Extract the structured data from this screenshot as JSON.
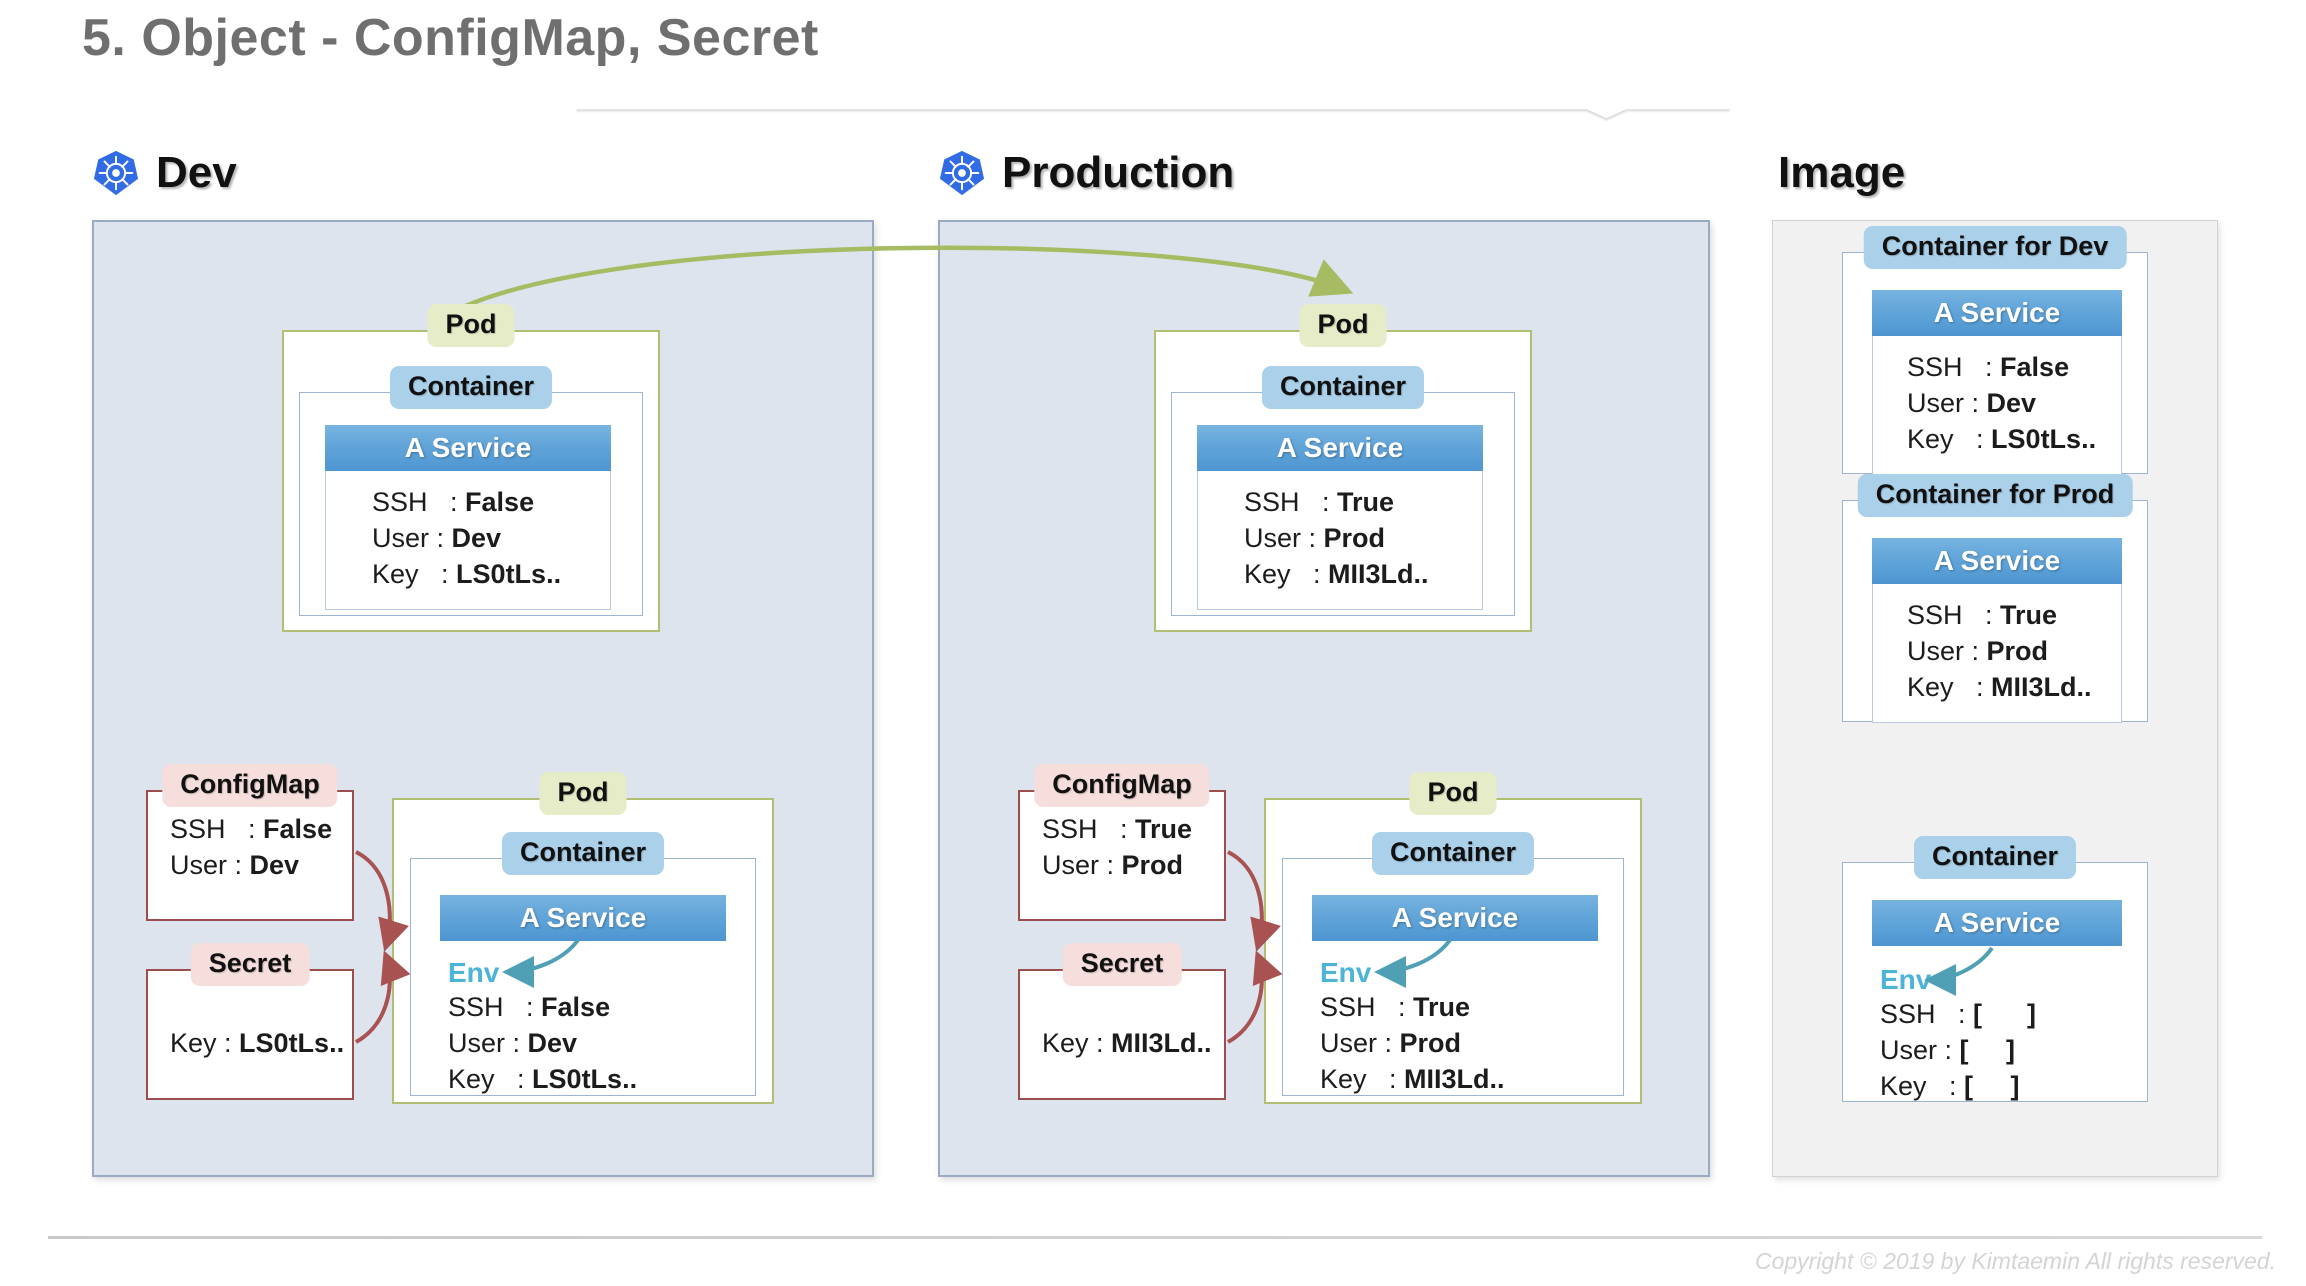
{
  "slide": {
    "title": "5. Object - ConfigMap, Secret",
    "copyright": "Copyright © 2019 by Kimtaemin All rights reserved."
  },
  "columns": {
    "dev": {
      "label": "Dev",
      "icon": "kubernetes-logo-icon"
    },
    "production": {
      "label": "Production",
      "icon": "kubernetes-logo-icon"
    },
    "image": {
      "label": "Image"
    }
  },
  "labels": {
    "pod": "Pod",
    "container": "Container",
    "configmap": "ConfigMap",
    "secret": "Secret",
    "service": "A Service",
    "env": "Env",
    "container_for_dev": "Container for Dev",
    "container_for_prod": "Container for Prod"
  },
  "keys": {
    "ssh": "SSH   :",
    "user": "User :",
    "key": "Key   :",
    "key_short": "Key :"
  },
  "dev": {
    "top_pod": {
      "service": {
        "ssh": "False",
        "user": "Dev",
        "key": "LS0tLs.."
      }
    },
    "configmap": {
      "ssh": "False",
      "user": "Dev"
    },
    "secret": {
      "key": "LS0tLs.."
    },
    "bottom_pod": {
      "service": {
        "ssh": "False",
        "user": "Dev",
        "key": "LS0tLs.."
      }
    }
  },
  "production": {
    "top_pod": {
      "service": {
        "ssh": "True",
        "user": "Prod",
        "key": "MII3Ld.."
      }
    },
    "configmap": {
      "ssh": "True",
      "user": "Prod"
    },
    "secret": {
      "key": "MII3Ld.."
    },
    "bottom_pod": {
      "service": {
        "ssh": "True",
        "user": "Prod",
        "key": "MII3Ld.."
      }
    }
  },
  "image": {
    "container_dev": {
      "ssh": "False",
      "user": "Dev",
      "key": "LS0tLs.."
    },
    "container_prod": {
      "ssh": "True",
      "user": "Prod",
      "key": "MII3Ld.."
    },
    "container_generic": {
      "ssh": "[      ]",
      "user": "[     ]",
      "key": "[     ]"
    }
  },
  "colors": {
    "panel_cluster_bg": "#dde4ee",
    "panel_cluster_border": "#9aaac2",
    "panel_image_bg": "#f1f1f1",
    "pod_tag_bg": "#e6ebc8",
    "pod_border": "#b0bf71",
    "container_tag_bg": "#aad0ea",
    "container_border": "#9db4d4",
    "configmap_tag_bg": "#f5dedc",
    "configmap_border": "#9c4d4d",
    "service_header": "#5fa3d8",
    "env_text": "#4cb3d9",
    "arrow_green": "#a7bb63",
    "arrow_red": "#a85252",
    "arrow_teal": "#4f9fb5",
    "k8s_blue": "#326ce5",
    "title_gray": "#6f6f6f"
  }
}
